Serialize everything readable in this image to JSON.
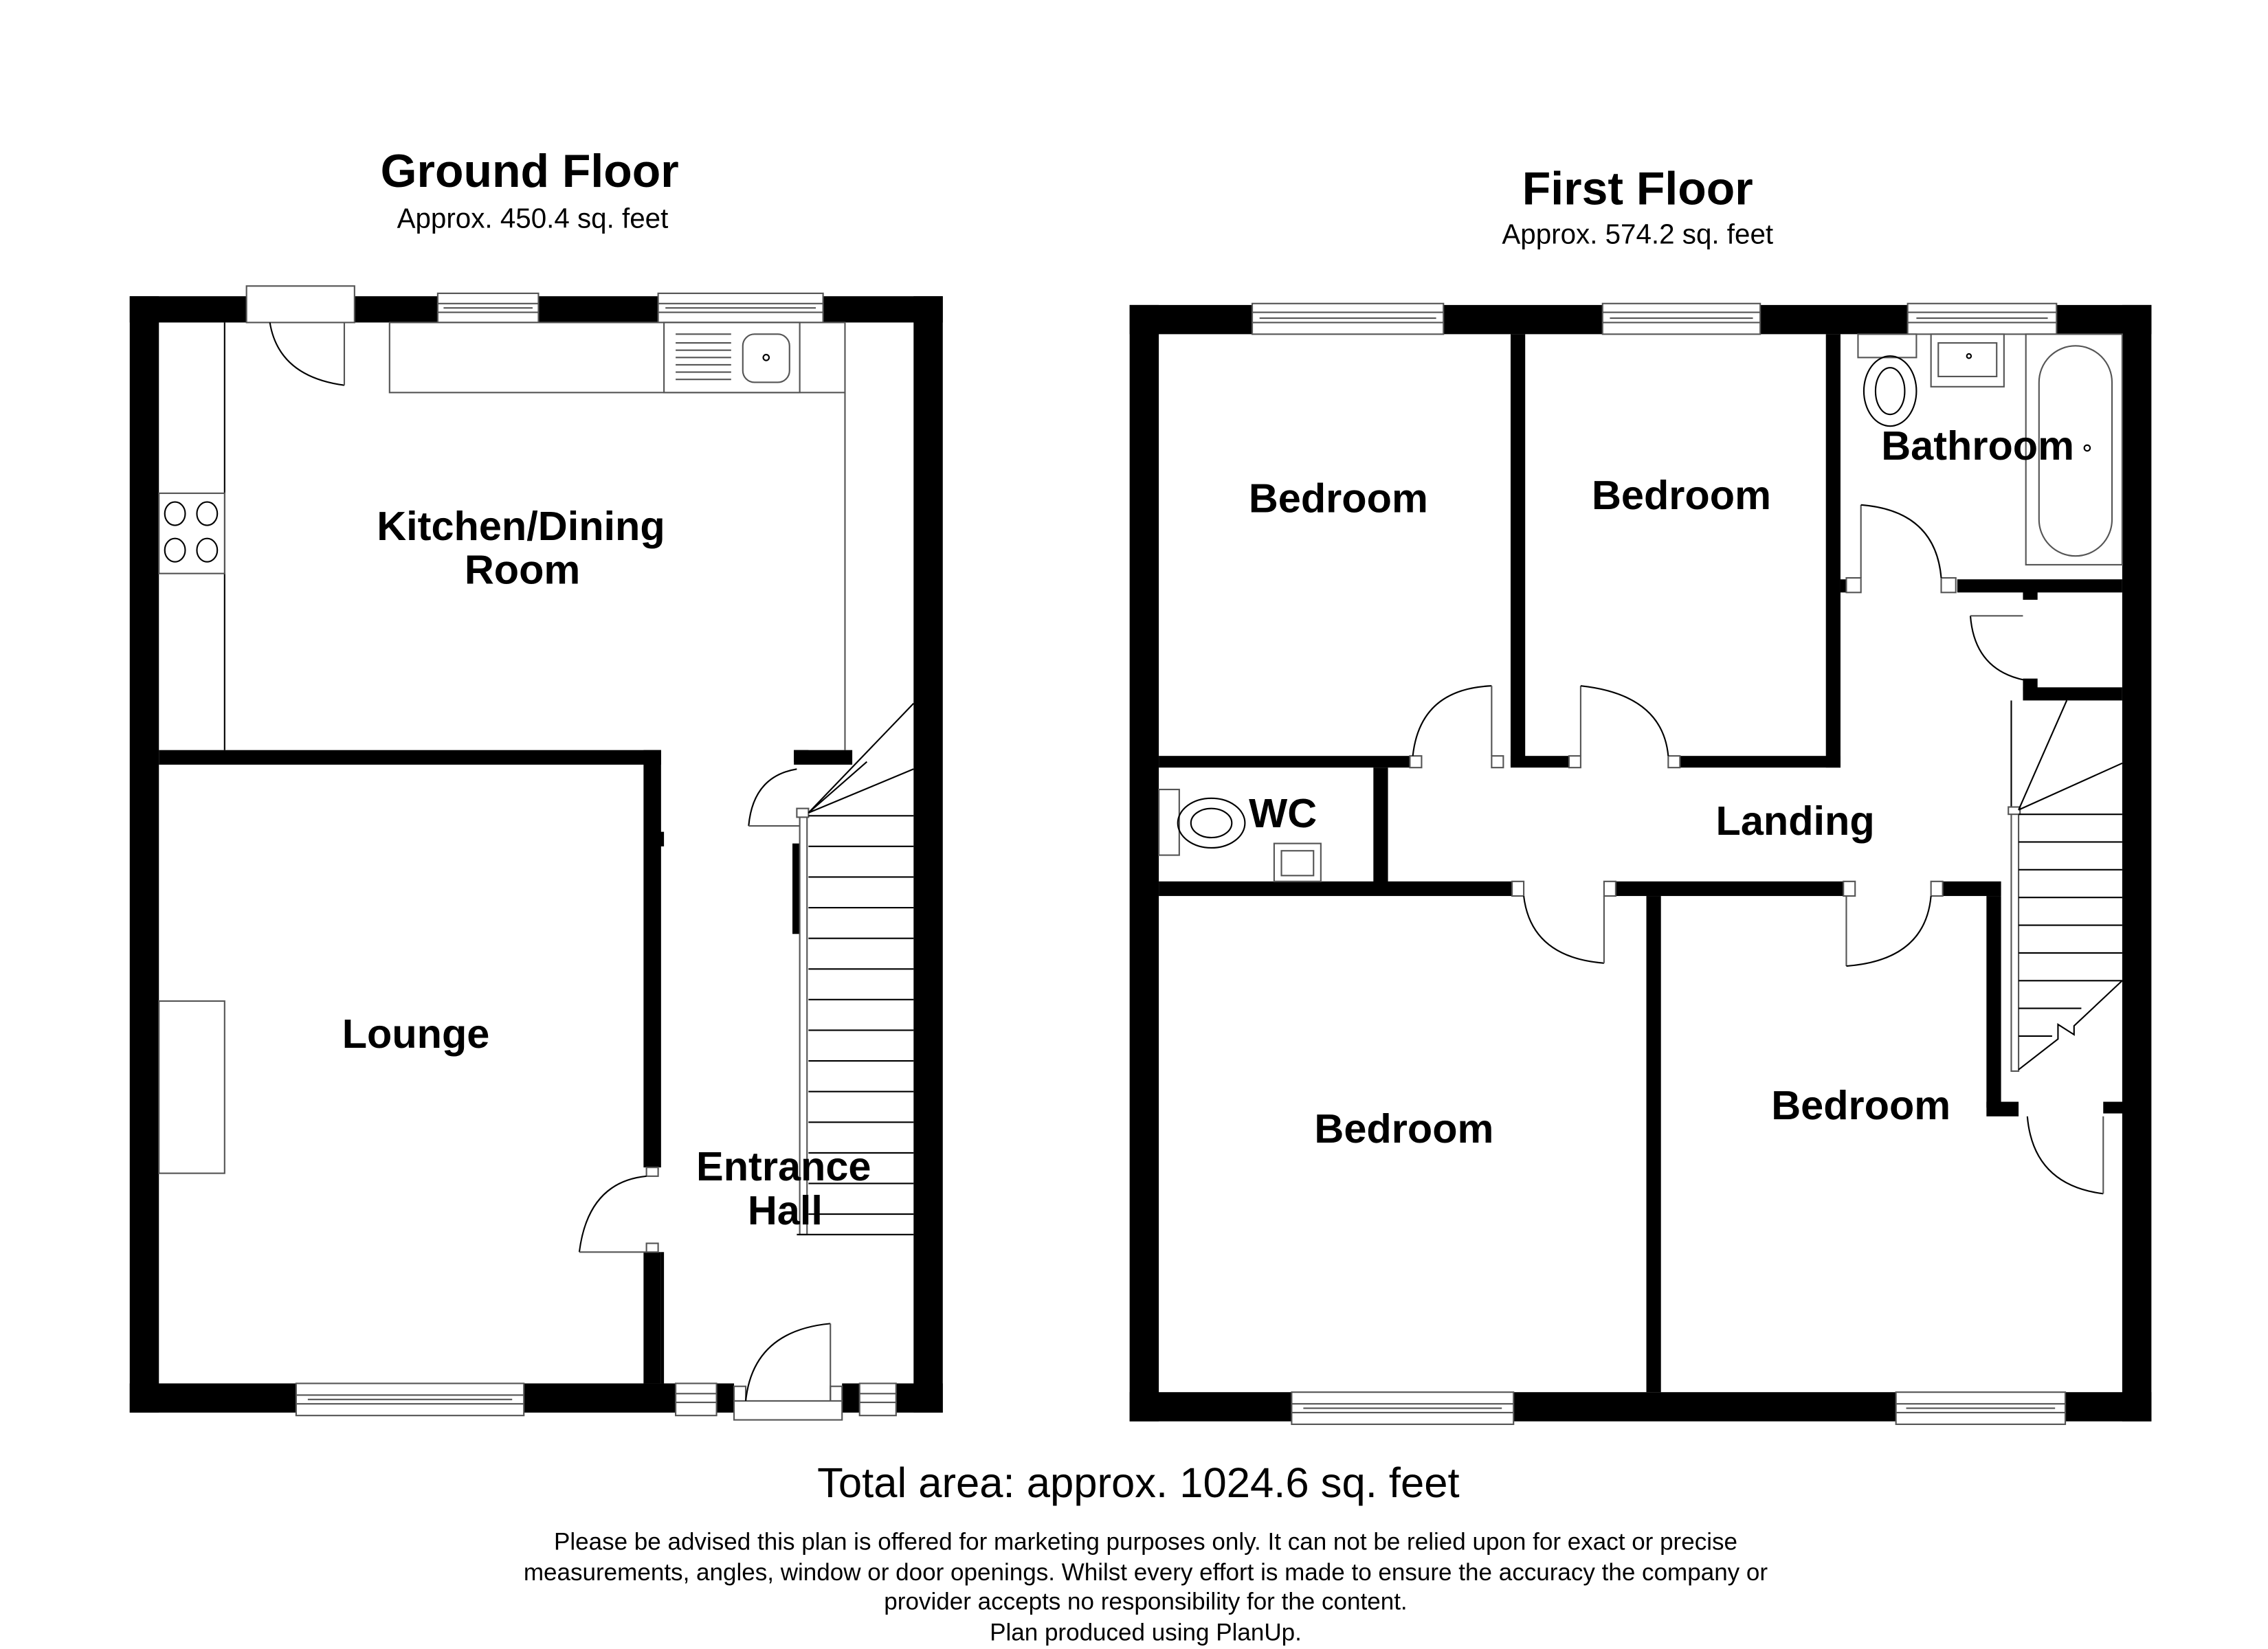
{
  "ground_floor": {
    "title": "Ground Floor",
    "area": "Approx. 450.4 sq. feet",
    "rooms": {
      "kitchen_line1": "Kitchen/Dining",
      "kitchen_line2": "Room",
      "lounge": "Lounge",
      "hall_line1": "Entrance",
      "hall_line2": "Hall"
    }
  },
  "first_floor": {
    "title": "First Floor",
    "area": "Approx. 574.2 sq. feet",
    "rooms": {
      "bedroom_top_left": "Bedroom",
      "bedroom_top_middle": "Bedroom",
      "bathroom": "Bathroom",
      "wc": "WC",
      "landing": "Landing",
      "bedroom_bottom_left": "Bedroom",
      "bedroom_bottom_right": "Bedroom"
    }
  },
  "footer": {
    "total_area": "Total area: approx. 1024.6 sq. feet",
    "disclaimer_lines": [
      "Please be advised this plan is offered for marketing purposes only. It can not be relied upon for exact or precise",
      "measurements, angles, window or door openings. Whilst every effort is made to ensure the accuracy the company or",
      "provider accepts no responsibility for the content.",
      "Plan produced using PlanUp."
    ]
  },
  "colors": {
    "wall": "#000000",
    "background": "#ffffff",
    "fixture_line": "#555555"
  }
}
